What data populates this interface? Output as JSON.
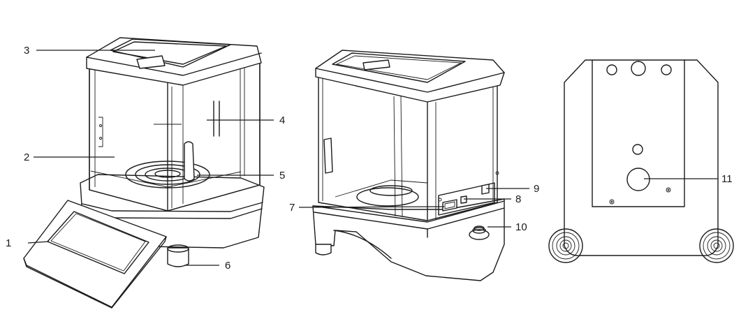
{
  "figure": {
    "description_labels": [
      "1",
      "2",
      "3",
      "4",
      "5",
      "6",
      "7",
      "8",
      "9",
      "10",
      "11"
    ],
    "line_color": "#1a1a1a",
    "background": "#ffffff"
  },
  "callouts": [
    {
      "id": "1",
      "text": "1"
    },
    {
      "id": "2",
      "text": "2"
    },
    {
      "id": "3",
      "text": "3"
    },
    {
      "id": "4",
      "text": "4"
    },
    {
      "id": "5",
      "text": "5"
    },
    {
      "id": "6",
      "text": "6"
    },
    {
      "id": "7",
      "text": "7"
    },
    {
      "id": "8",
      "text": "8"
    },
    {
      "id": "9",
      "text": "9"
    },
    {
      "id": "10",
      "text": "10"
    },
    {
      "id": "11",
      "text": "11"
    }
  ]
}
